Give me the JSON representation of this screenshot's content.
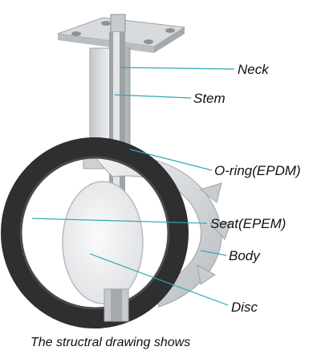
{
  "labels": {
    "neck": "Neck",
    "stem": "Stem",
    "oring": "O-ring(EPDM)",
    "seat": "Seat(EPEM)",
    "body": "Body",
    "disc": "Disc"
  },
  "caption": "The structral drawing shows",
  "colors": {
    "leader_line": "#2fa8b4",
    "metal_light": "#e4e6e8",
    "metal_dark": "#9ea3a8",
    "rubber": "#2f2f31",
    "text": "#111111"
  }
}
